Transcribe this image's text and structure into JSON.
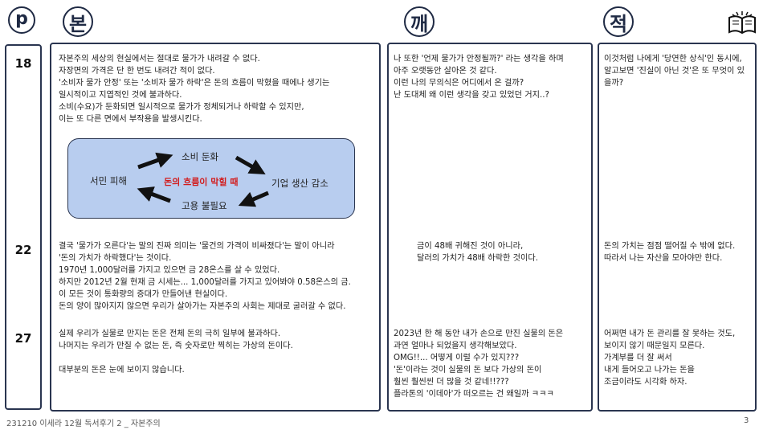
{
  "logo": {
    "letter": "p"
  },
  "headers": {
    "col1": "본",
    "col2": "깨",
    "col3": "적"
  },
  "rows": [
    {
      "number": "18",
      "col1": "자본주의 세상의 현실에서는 절대로 물가가 내려갈 수 없다.\n자장면의 가격은 단 한 번도 내려간 적이 없다.\n'소비자 물가 안정' 또는 '소비자 물가 하락'은 돈의 흐름이 막혔을 때에나 생기는\n일시적이고 지엽적인 것에 불과하다.\n소비(수요)가 둔화되면 일시적으로 물가가 정체되거나 하락할 수 있지만,\n이는 또 다른 면에서 부작용을 발생시킨다.",
      "col2": "나 또한 '언제 물가가 안정될까?' 라는 생각을 하며\n아주 오랫동안 살아온 것 같다.\n이런 나의 무의식은 어디에서 온 걸까?\n난 도대체 왜 이런 생각을 갖고 있었던 거지..?",
      "col3": "이것처럼 나에게 '당연한 상식'인 동시에,\n알고보면 '진실이 아닌 것'은 또 무엇이 있\n을까?"
    },
    {
      "number": "22",
      "col1": "결국 '물가가 오른다'는 말의 진짜 의미는 '물건의 가격이 비싸졌다'는 말이 아니라\n'돈의 가치가 하락했다'는 것이다.\n1970년 1,000달러를 가지고 있으면 금 28온스를 살 수 있었다.\n하지만 2012년 2월 현재 금 시세는... 1,000달러를 가지고 있어봐야 0.58온스의 금.\n이 모든 것이 통화량의 증대가 만들어낸 현실이다.\n돈의 양이 많아지지 않으면 우리가 살아가는 자본주의 사회는 제대로 굴러갈 수 없다.",
      "col2": "금이 48배 귀해진 것이 아니라,\n달러의 가치가 48배 하락한 것이다.",
      "col3": "돈의 가치는 점점 떨어질 수 밖에 없다.\n따라서 나는 자산을 모아야만 한다."
    },
    {
      "number": "27",
      "col1": "실제 우리가 실물로 만지는 돈은 전체 돈의 극히 일부에 불과하다.\n나머지는 우리가 만질 수 없는 돈, 즉 숫자로만 찍히는 가상의 돈이다.\n\n대부분의 돈은 눈에 보이지 않습니다.",
      "col2": "2023년 한 해 동안 내가 손으로 만진 실물의 돈은\n과연 얼마나 되었을지 생각해보았다.\nOMG!!... 어떻게 이럴 수가 있지???\n'돈'이라는 것이 실물의 돈 보다 가상의 돈이\n훨씬 훨씬씬 더 많을 것 같네!!???\n플라톤의 '이데아'가 떠오르는 건 왜일까 ㅋㅋㅋ",
      "col3": "어쩌면 내가 돈 관리를 잘 못하는 것도,\n보이지 않기 때문일지 모른다.\n가계부를 더 잘 써서\n내게 들어오고 나가는 돈을\n조금이라도 시각화 하자."
    }
  ],
  "diagram": {
    "center": "돈의 흐름이 막힐 때",
    "top": "소비 둔화",
    "right": "기업 생산 감소",
    "bottom": "고용 불필요",
    "left": "서민 피해"
  },
  "footer": {
    "left": "231210 이세라 12월 독서후기 2 _ 자본주의",
    "page": "3"
  },
  "colors": {
    "accent": "#1f2a44",
    "diagram_fill": "#b8cdef",
    "highlight": "#d21c1c"
  },
  "icons": {
    "top_right": "open-book-icon"
  }
}
